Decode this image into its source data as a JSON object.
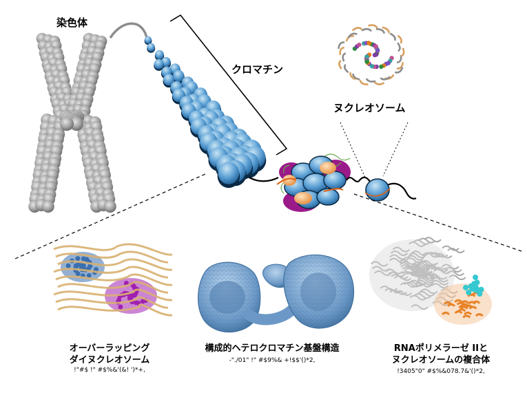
{
  "labels": {
    "chromosome": "染色体",
    "chromatin": "クロマチン",
    "nucleosome": "ヌクレオソーム"
  },
  "panels": [
    {
      "title_line1": "オーバーラッピング",
      "title_line2": "ダイヌクレオソーム",
      "subtitle": "!\"#$  !\"  #$%&'(&!  ')*+,"
    },
    {
      "title_line1": "構成的ヘテロクロマチン基盤構造",
      "title_line2": "",
      "subtitle": "-\"./01\"    !\"  #$9%&   +!$$'()*2,"
    },
    {
      "title_line1": "RNAポリメラーゼ IIと",
      "title_line2": "ヌクレオソームの複合体",
      "subtitle": "!3405\"0\"  #$%&078.7&'()*2,"
    }
  ],
  "colors": {
    "chromosome": "#9a9a9a",
    "chromatin_blue": "#4a8fc8",
    "histone_orange": "#f0a860",
    "purple": "#9b1a8a",
    "dna_tan": "#d8b070",
    "cryo_blue": "#6f9cc8",
    "pol_gray": "#bdbdbd",
    "pol_cyan": "#36c8d0"
  }
}
